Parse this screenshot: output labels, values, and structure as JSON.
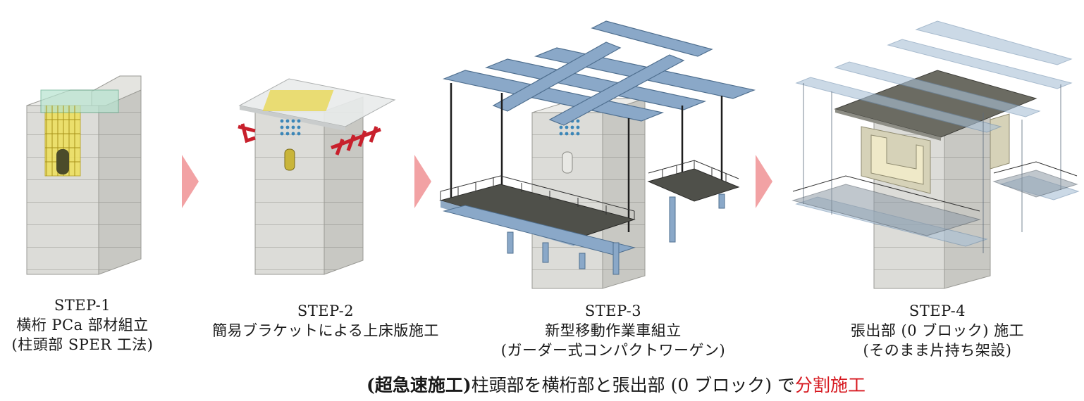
{
  "steps": [
    {
      "line1": "STEP-1",
      "line2": "横桁 PCa 部材組立",
      "line3": "(柱頭部 SPER 工法)"
    },
    {
      "line1": "STEP-2",
      "line2": "簡易ブラケットによる上床版施工",
      "line3": ""
    },
    {
      "line1": "STEP-3",
      "line2": "新型移動作業車組立",
      "line3": "(ガーダー式コンパクトワーゲン)"
    },
    {
      "line1": "STEP-4",
      "line2": "張出部 (0 ブロック) 施工",
      "line3": "(そのまま片持ち架設)"
    }
  ],
  "summary": {
    "prefix": "(超急速施工)",
    "body": "柱頭部を横桁部と張出部 (0 ブロック) で",
    "highlight": "分割施工"
  },
  "colors": {
    "concrete": "#d9d9d6",
    "steel": "#7f9fbf",
    "rebar": "#e0d12a",
    "arrow": "#f2a2a4",
    "bracket": "#c8202c",
    "highlight": "#d71920"
  }
}
